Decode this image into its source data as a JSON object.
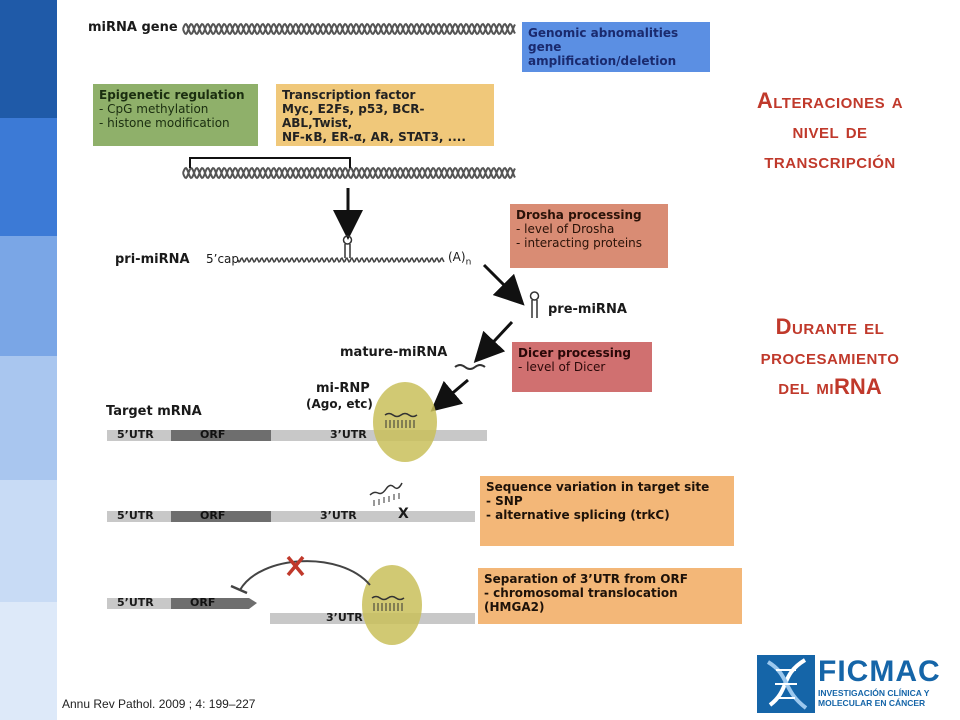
{
  "diagram": {
    "mirna_gene_label": "miRNA gene",
    "genomic_box": {
      "title": "Genomic abnomalities",
      "line1": "gene amplification/deletion",
      "color": "#5b8fe3"
    },
    "epigenetic_box": {
      "title": "Epigenetic regulation",
      "line1": "- CpG methylation",
      "line2": "- histone modification",
      "color": "#8fb06a"
    },
    "transcription_box": {
      "title": "Transcription factor",
      "line1": "Myc, E2Fs, p53, BCR-ABL,Twist,",
      "line2": "NF-κB, ER-α, AR, STAT3, ....",
      "color": "#f0c87a"
    },
    "drosha_box": {
      "title": "Drosha processing",
      "line1": "- level of Drosha",
      "line2": "- interacting proteins",
      "color": "#d98c74"
    },
    "dicer_box": {
      "title": "Dicer processing",
      "line1": "- level of Dicer",
      "color": "#d07070"
    },
    "seqvar_box": {
      "title": "Sequence variation in target site",
      "line1": "- SNP",
      "line2": "- alternative splicing (trkC)",
      "color": "#f3b778"
    },
    "separation_box": {
      "title": "Separation of 3’UTR from ORF",
      "line1": "- chromosomal translocation (HMGA2)",
      "color": "#f3b778"
    },
    "pri_mirna_label": "pri-miRNA",
    "cap_label": "5’cap",
    "polya_label": "(A)",
    "polya_sub": "n",
    "pre_mirna_label": "pre-miRNA",
    "mature_mirna_label": "mature-miRNA",
    "mirnp_label": "mi-RNP",
    "ago_label": "(Ago, etc)",
    "target_mrna_label": "Target mRNA",
    "utr5_label": "5’UTR",
    "orf_label": "ORF",
    "utr3_label": "3’UTR",
    "x_mark": "X"
  },
  "titles": {
    "alteraciones": [
      "Alteraciones a",
      "nivel de",
      "transcripción"
    ],
    "durante": [
      "Durante el",
      "procesamiento",
      "del mi",
      "RNA"
    ]
  },
  "citation": "Annu Rev Pathol. 2009 ; 4: 199–227",
  "logo": {
    "name": "FICMAC",
    "line1": "INVESTIGACIÓN CLÍNICA Y",
    "line2": "MOLECULAR EN CÁNCER",
    "color": "#1565a8"
  },
  "sidebar_colors": [
    "#1f5aa8",
    "#3c7ad6",
    "#7aa6e6",
    "#a9c6ef",
    "#c8dbf5",
    "#dde9f9"
  ]
}
